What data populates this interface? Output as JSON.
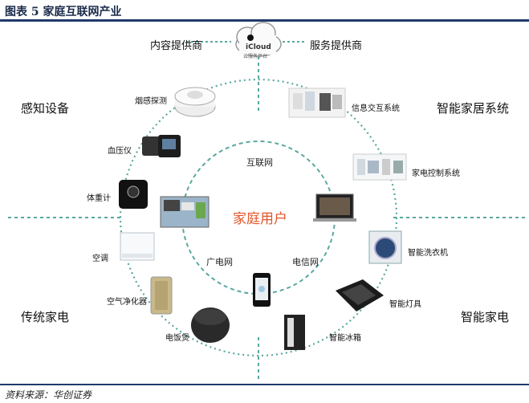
{
  "header": {
    "title": "图表 5 家庭互联网产业"
  },
  "footer": {
    "source": "资料来源：华创证券"
  },
  "cloud": {
    "brand": "iCloud",
    "sub": "云服务平台"
  },
  "top_labels": {
    "left": "内容提供商",
    "right": "服务提供商"
  },
  "quadrants": {
    "top_left": "感知设备",
    "top_right": "智能家居系统",
    "bottom_left": "传统家电",
    "bottom_right": "智能家电"
  },
  "center": {
    "label": "家庭用户"
  },
  "networks": {
    "internet": "互联网",
    "broadcast": "广电网",
    "telecom": "电信网"
  },
  "devices": {
    "smoke": "烟感探测",
    "bp": "血压仪",
    "scale": "体重计",
    "ac": "空调",
    "purifier": "空气净化器",
    "cooker": "电饭煲",
    "info": "信息交互系统",
    "appliance_ctrl": "家电控制系统",
    "washer": "智能洗衣机",
    "lamp": "智能灯具",
    "fridge": "智能冰箱"
  },
  "colors": {
    "accent_line": "#5aa8a0",
    "center_text": "#e2552a",
    "rule": "#1f3a6b"
  }
}
